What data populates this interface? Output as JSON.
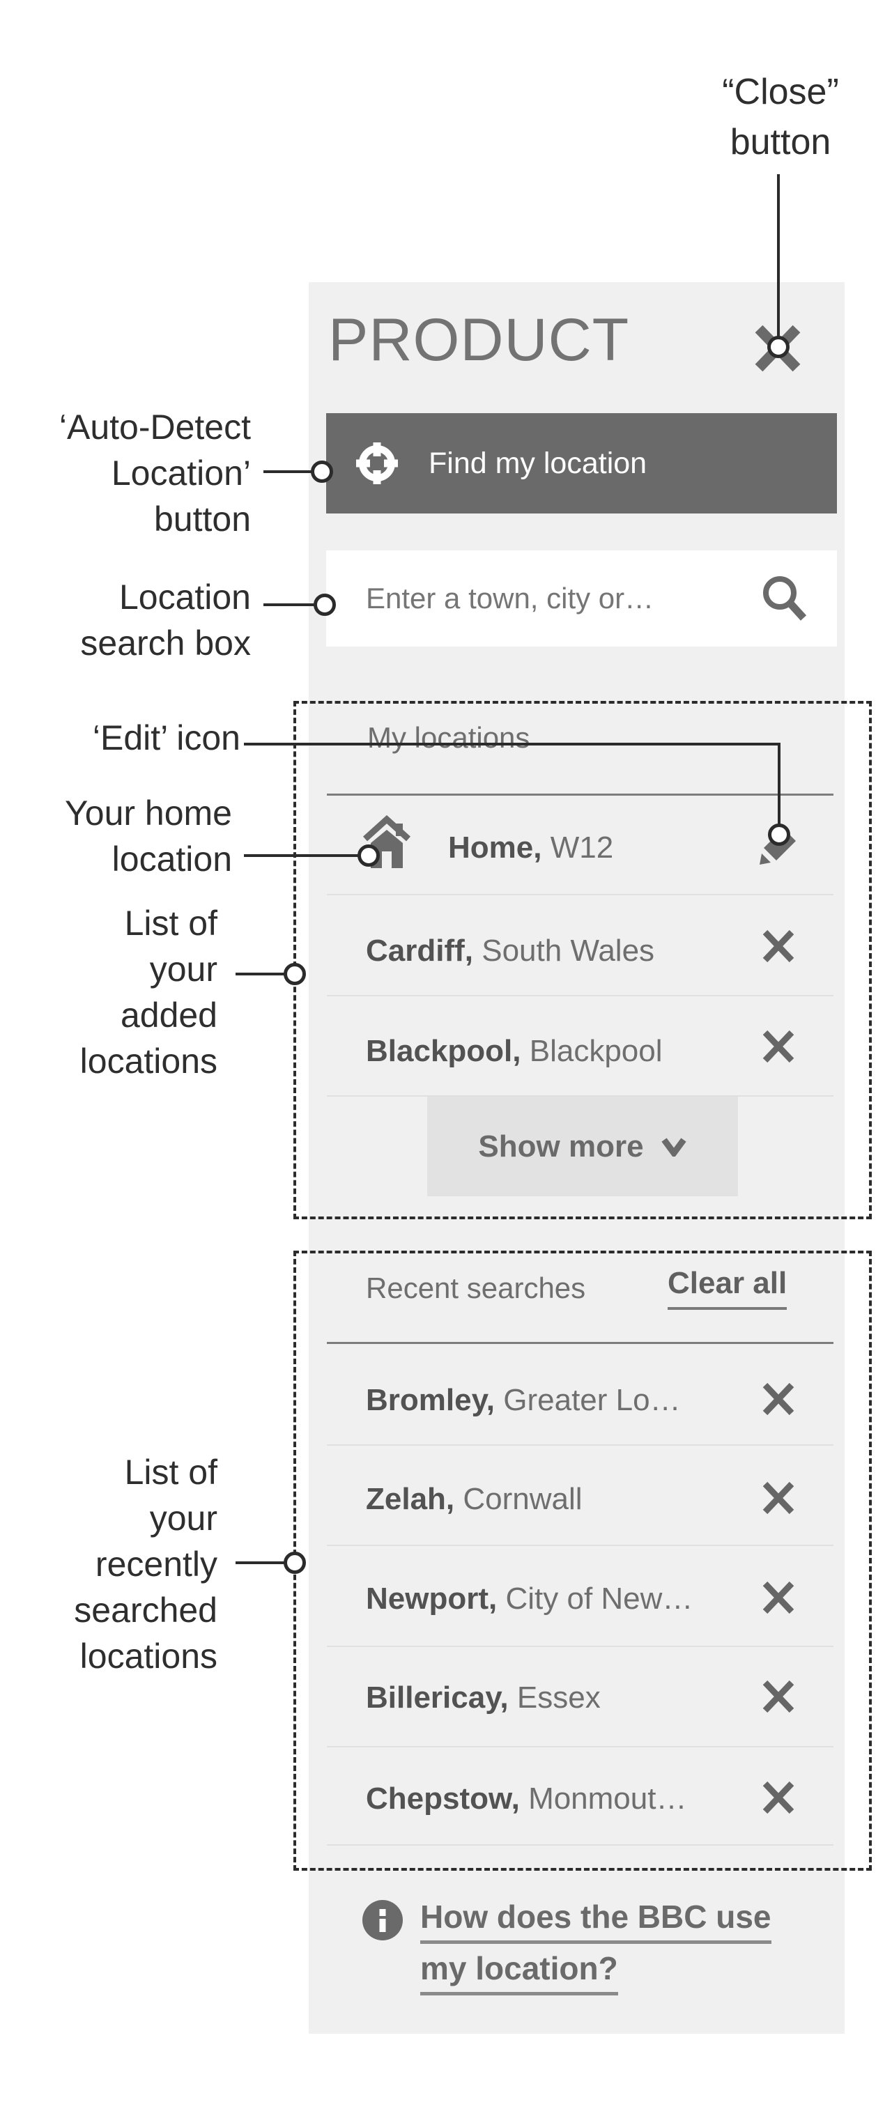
{
  "annotations": {
    "close": {
      "lines": [
        "“Close”",
        "button"
      ]
    },
    "auto_detect": {
      "lines": [
        "‘Auto-Detect",
        "Location’",
        "button"
      ]
    },
    "search_box": {
      "lines": [
        "Location",
        "search box"
      ]
    },
    "edit_icon": {
      "lines": [
        "‘Edit’ icon"
      ]
    },
    "home_location": {
      "lines": [
        "Your home",
        "location"
      ]
    },
    "added_list": {
      "lines": [
        "List of",
        "your",
        "added",
        "locations"
      ]
    },
    "recent_list": {
      "lines": [
        "List of",
        "your",
        "recently",
        "searched",
        "locations"
      ]
    }
  },
  "panel": {
    "title": "PRODUCT",
    "find_button": {
      "label": "Find my location"
    },
    "search": {
      "placeholder": "Enter a town, city or…"
    },
    "my_locations": {
      "header": "My locations",
      "items": [
        {
          "name": "Home,",
          "detail": "W12"
        },
        {
          "name": "Cardiff,",
          "detail": "South Wales"
        },
        {
          "name": "Blackpool,",
          "detail": "Blackpool"
        }
      ],
      "show_more_label": "Show more"
    },
    "recent_searches": {
      "header": "Recent searches",
      "clear_all_label": "Clear all",
      "items": [
        {
          "name": "Bromley,",
          "detail": "Greater Lo…"
        },
        {
          "name": "Zelah,",
          "detail": "Cornwall"
        },
        {
          "name": "Newport,",
          "detail": "City of New…"
        },
        {
          "name": "Billericay,",
          "detail": "Essex"
        },
        {
          "name": "Chepstow,",
          "detail": "Monmout…"
        }
      ]
    },
    "footer": {
      "link_lines": [
        "How does the BBC use",
        "my location?"
      ]
    }
  },
  "colors": {
    "panel_bg": "#f0f0f0",
    "primary_gray": "#6a6a6a",
    "annotation_ink": "#2b2b2b",
    "divider_dark": "#7d7d7d",
    "divider_light": "#e0e0e0",
    "show_more_bg": "#e2e2e2"
  }
}
